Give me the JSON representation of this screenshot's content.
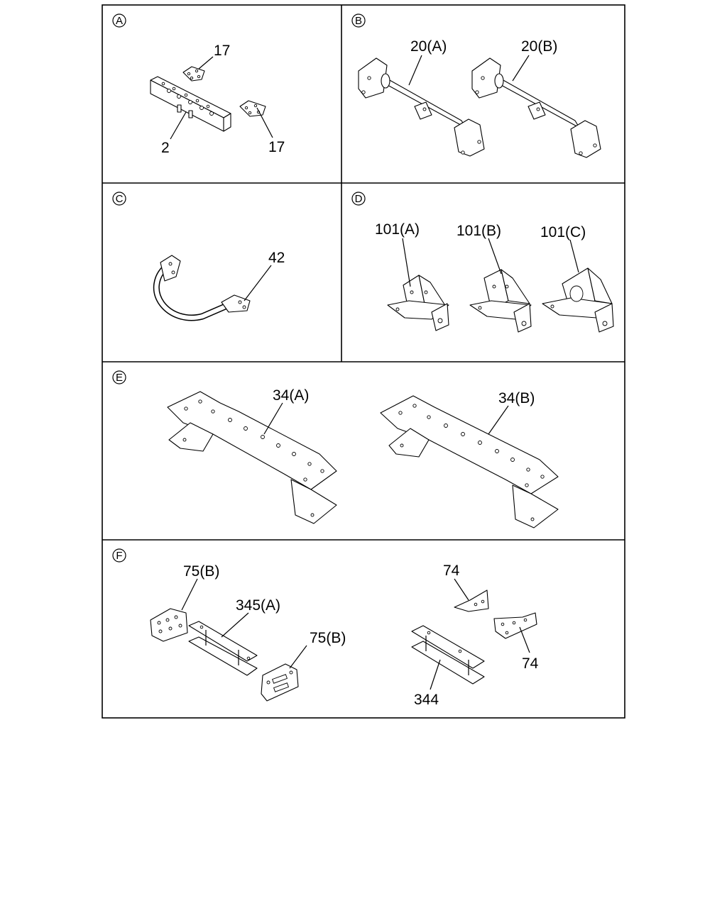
{
  "panels": {
    "A": {
      "letter": "A",
      "labels": {
        "top17": "17",
        "right17": "17",
        "two": "2"
      }
    },
    "B": {
      "letter": "B",
      "labels": {
        "a": "20(A)",
        "b": "20(B)"
      }
    },
    "C": {
      "letter": "C",
      "labels": {
        "n42": "42"
      }
    },
    "D": {
      "letter": "D",
      "labels": {
        "a": "101(A)",
        "b": "101(B)",
        "c": "101(C)"
      }
    },
    "E": {
      "letter": "E",
      "labels": {
        "a": "34(A)",
        "b": "34(B)"
      }
    },
    "F": {
      "letter": "F",
      "labels": {
        "b1": "75(B)",
        "a345": "345(A)",
        "b2": "75(B)",
        "t74": "74",
        "r74": "74",
        "n344": "344"
      }
    }
  }
}
